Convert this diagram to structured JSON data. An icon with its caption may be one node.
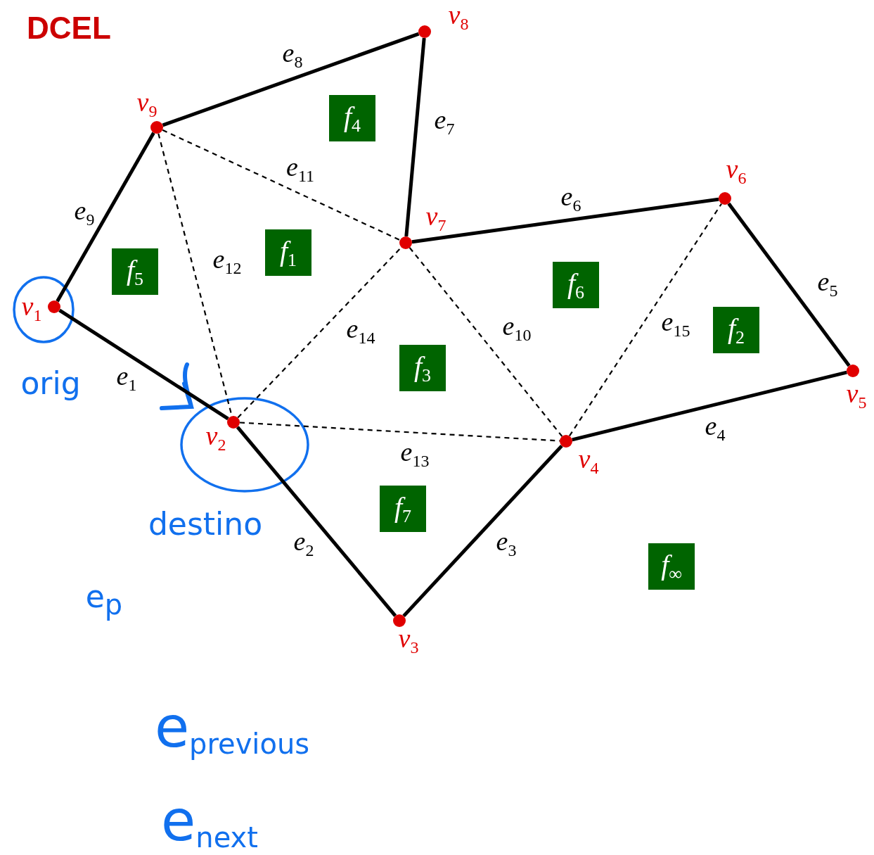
{
  "diagram": {
    "title": "DCEL",
    "nodes": [
      {
        "text": [],
        "shape": "circle",
        "beside": [
          "v$_{1}$"
        ]
      },
      {
        "text": [],
        "shape": "circle",
        "beside": [
          "v$_{2}$"
        ]
      },
      {
        "text": [],
        "shape": "circle",
        "beside": [
          "v$_{3}$"
        ]
      },
      {
        "text": [],
        "shape": "circle",
        "beside": [
          "v$_{4}$"
        ]
      },
      {
        "text": [],
        "shape": "circle",
        "beside": [
          "v$_{5}$"
        ]
      },
      {
        "text": [],
        "shape": "circle",
        "beside": [
          "v$_{6}$"
        ]
      },
      {
        "text": [],
        "shape": "circle",
        "beside": [
          "v$_{7}$"
        ]
      },
      {
        "text": [],
        "shape": "circle",
        "beside": [
          "v$_{8}$"
        ]
      },
      {
        "text": [],
        "shape": "circle",
        "beside": [
          "v$_{9}$"
        ]
      },
      {
        "text": [
          "f$_{4}$"
        ]
      },
      {
        "text": [
          "f$_{1}$"
        ]
      },
      {
        "text": [
          "f$_{5}$"
        ]
      },
      {
        "text": [
          "f$_{6}$"
        ]
      },
      {
        "text": [
          "f$_{2}$"
        ]
      },
      {
        "text": [
          "f$_{3}$"
        ]
      },
      {
        "text": [
          "f$_{7}$"
        ]
      },
      {
        "text": [
          "f$_{∞}$"
        ]
      }
    ],
    "edges": [
      {
        "from": 0,
        "to": 1,
        "arrow": "none",
        "label": "e$_{1}$"
      },
      {
        "from": 1,
        "to": 2,
        "arrow": "none",
        "label": "e$_{2}$"
      },
      {
        "from": 2,
        "to": 3,
        "arrow": "none",
        "label": "e$_{3}$"
      },
      {
        "from": 3,
        "to": 4,
        "arrow": "none",
        "label": "e$_{4}$"
      },
      {
        "from": 4,
        "to": 5,
        "arrow": "none",
        "label": "e$_{5}$"
      },
      {
        "from": 5,
        "to": 6,
        "arrow": "none",
        "label": "e$_{6}$"
      },
      {
        "from": 6,
        "to": 7,
        "arrow": "none",
        "label": "e$_{7}$"
      },
      {
        "from": 7,
        "to": 8,
        "arrow": "none",
        "label": "e$_{8}$"
      },
      {
        "from": 8,
        "to": 0,
        "arrow": "none",
        "label": "e$_{9}$"
      },
      {
        "from": 6,
        "to": 3,
        "arrow": "none",
        "label": "e$_{10}$",
        "style": "dashed"
      },
      {
        "from": 8,
        "to": 6,
        "arrow": "none",
        "label": "e$_{11}$",
        "style": "dashed"
      },
      {
        "from": 8,
        "to": 1,
        "arrow": "none",
        "label": "e$_{12}$",
        "style": "dashed"
      },
      {
        "from": 1,
        "to": 3,
        "arrow": "none",
        "label": "e$_{13}$",
        "style": "dashed"
      },
      {
        "from": 1,
        "to": 6,
        "arrow": "none",
        "label": "e$_{14}$",
        "style": "dashed"
      },
      {
        "from": 3,
        "to": 5,
        "arrow": "none",
        "label": "e$_{15}$",
        "style": "dashed"
      }
    ],
    "labels": [
      "orig",
      "destino",
      "e$_{p}$",
      "e$_{previous}$",
      "e$_{next}$"
    ]
  }
}
